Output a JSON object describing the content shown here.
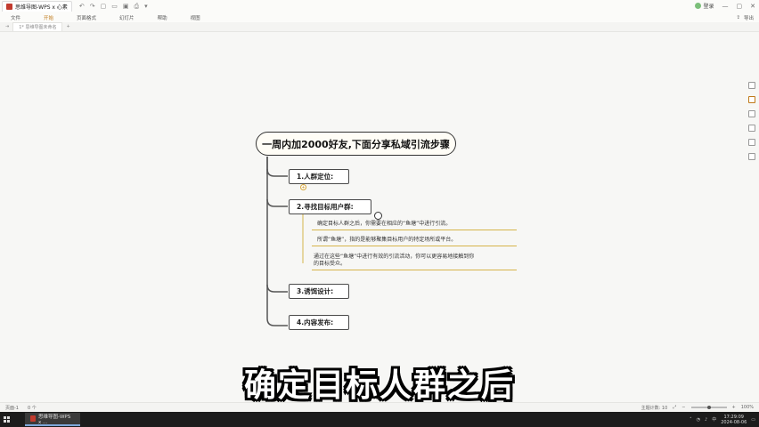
{
  "app": {
    "tab_title": "思维导图-WPS x 心素",
    "user_label": "登录"
  },
  "menu": {
    "items": [
      "文件",
      "开始",
      "页面格式",
      "幻灯片",
      "帮助",
      "视图"
    ],
    "active_index": 1,
    "right_label": "导出"
  },
  "doc_tab": {
    "label": "1* 思维导图未命名"
  },
  "mindmap": {
    "root": "一周内加2000好友,下面分享私域引流步骤",
    "branches": [
      {
        "label": "1.人群定位:"
      },
      {
        "label": "2.寻找目标用户群:"
      },
      {
        "label": "3.诱饵设计:"
      },
      {
        "label": "4.内容发布:"
      }
    ],
    "details": [
      "确定目标人群之后，你需要在相应的“鱼塘”中进行引流。",
      "所谓“鱼塘”，指的是能够聚集目标用户的特定场所或平台。",
      "通过在这些“鱼塘”中进行有效的引流活动，你可以更容易地接触到你",
      "的目标受众。"
    ]
  },
  "subtitle": "确定目标人群之后",
  "status": {
    "page_label": "页面-1",
    "node_info": "0 个",
    "word_count": "主题计数: 10",
    "zoom": "100%",
    "zoom_fraction": 0.5
  },
  "taskbar": {
    "task_label": "思维导图-WPS x ...",
    "time": "17:29:09",
    "date": "2024-08-06"
  },
  "colors": {
    "accent": "#c07a1a",
    "branch_line": "#555555",
    "detail_line": "#d6b44a",
    "wps_red": "#c23b2e"
  }
}
